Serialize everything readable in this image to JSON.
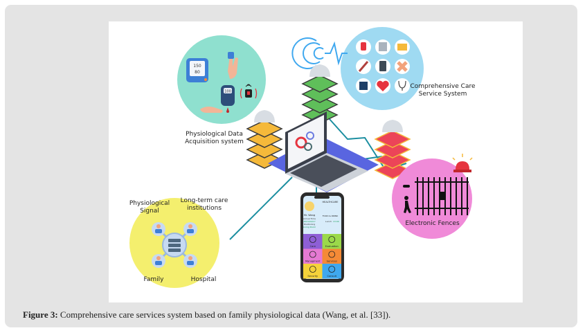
{
  "figure": {
    "caption_label": "Figure 3:",
    "caption_text": "Comprehensive care services system based on family physiological data (Wang, et al. [33]).",
    "nodes": {
      "acquisition": {
        "line1": "Physiological Data",
        "line2": "Acquisition system",
        "color": "#8fe0cf"
      },
      "care_system": {
        "line1": "Comprehensive Care",
        "line2": "Service System",
        "color": "#9fdaf2"
      },
      "fences": {
        "label": "Electronic Fences",
        "color": "#f08ad8"
      },
      "network": {
        "physiological_signal_1": "Physiological",
        "physiological_signal_2": "Signal",
        "longterm_1": "Long-term care",
        "longterm_2": "institutions",
        "family": "Family",
        "hospital": "Hospital",
        "color": "#f4ef6e"
      }
    },
    "devices": {
      "bp_monitor": {
        "sys": "150",
        "dia": "80"
      },
      "glucometer": {
        "value": "100"
      }
    },
    "servers": [
      {
        "name": "yellow-server",
        "color": "#f5b93a"
      },
      {
        "name": "green-server",
        "color": "#5fbf5a"
      },
      {
        "name": "red-server",
        "color": "#ec4458"
      }
    ],
    "phone": {
      "header": "HEALTHCARE",
      "user": "Mr. Wang",
      "arrival_label": "Arrival Time",
      "arrival": "2021/04/17",
      "room_label": "Positioning",
      "room": "Living Room",
      "food_label": "FOOD & DRINK",
      "lunch_label": "Lunch",
      "lunch": "13:00",
      "tiles": [
        {
          "label": "Care",
          "color": "#8e5fd6"
        },
        {
          "label": "Evaluation",
          "color": "#9bd94a"
        },
        {
          "label": "Managment",
          "color": "#e57ad3"
        },
        {
          "label": "Services",
          "color": "#f58a36"
        },
        {
          "label": "Security",
          "color": "#f5d23a"
        },
        {
          "label": "Consult",
          "color": "#3fa8ef"
        }
      ]
    },
    "link_color": "#1b8ea0"
  }
}
